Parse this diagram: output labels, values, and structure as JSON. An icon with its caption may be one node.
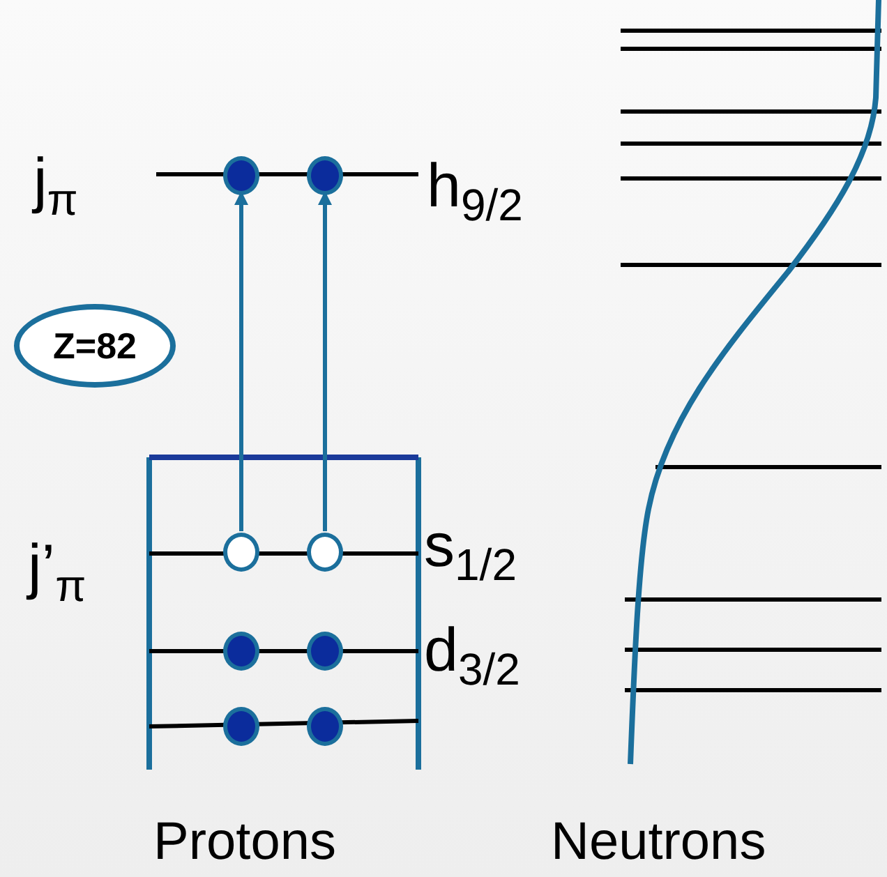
{
  "diagram": {
    "nodes": [
      {
        "text": [],
        "shape": "circle"
      },
      {
        "text": [],
        "shape": "circle"
      },
      {
        "text": [
          "Z=82"
        ]
      },
      {
        "text": [],
        "shape": "circle"
      },
      {
        "text": [],
        "shape": "circle"
      },
      {
        "text": [],
        "shape": "circle"
      },
      {
        "text": [],
        "shape": "circle"
      },
      {
        "text": [],
        "shape": "circle"
      },
      {
        "text": [],
        "shape": "circle"
      }
    ],
    "edges": [
      {
        "from": 3,
        "to": 0,
        "arrow": "to"
      },
      {
        "from": 4,
        "to": 1,
        "arrow": "to"
      }
    ],
    "labels": [
      "j$_{π}$",
      "h$_{9/2}$",
      "j’$_{π}$",
      "s$_{1/2}$",
      "d$_{3/2}$",
      "Protons",
      "Neutrons"
    ]
  }
}
